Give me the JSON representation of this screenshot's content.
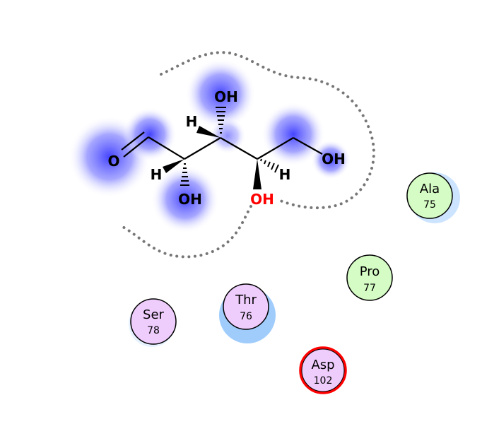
{
  "ligand": {
    "atoms": {
      "o_aldehyde": "O",
      "h_c2": "H",
      "oh_c2": "OH",
      "h_c3": "H",
      "oh_c3": "OH",
      "h_c4": "H",
      "oh_c4": "OH",
      "oh_c5": "OH"
    },
    "highlight_atom_color": "#ff0000",
    "exposure_halo_color": "#5050ff"
  },
  "residues": [
    {
      "name": "Ala",
      "number": "75",
      "type": "hydrophobic",
      "fill": "#d4fcc4"
    },
    {
      "name": "Pro",
      "number": "77",
      "type": "hydrophobic",
      "fill": "#d4fcc4"
    },
    {
      "name": "Thr",
      "number": "76",
      "type": "polar",
      "fill": "#eeccfc"
    },
    {
      "name": "Ser",
      "number": "78",
      "type": "polar",
      "fill": "#eeccfc"
    },
    {
      "name": "Asp",
      "number": "102",
      "type": "negative",
      "fill": "#eeccfc",
      "ring": "#ff0000"
    }
  ]
}
